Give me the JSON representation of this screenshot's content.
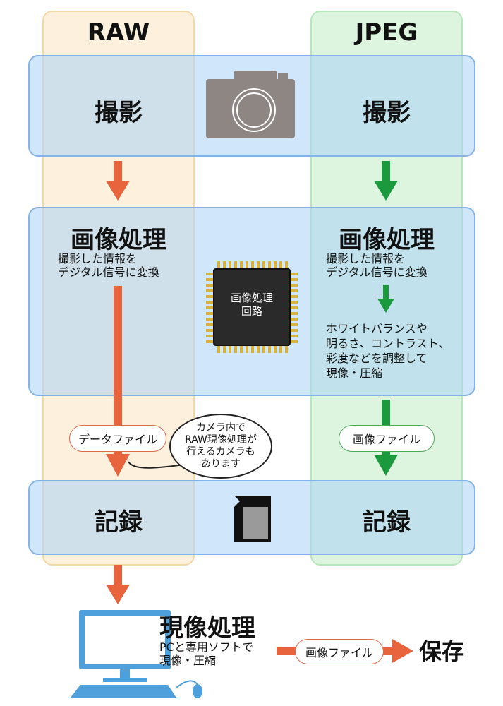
{
  "columns": {
    "raw": {
      "title": "RAW"
    },
    "jpeg": {
      "title": "JPEG"
    }
  },
  "stages": {
    "capture": {
      "raw_label": "撮影",
      "jpeg_label": "撮影"
    },
    "processing": {
      "raw_label": "画像処理",
      "jpeg_label": "画像処理",
      "raw_desc": [
        "撮影した情報を",
        "デジタル信号に変換"
      ],
      "jpeg_desc": [
        "撮影した情報を",
        "デジタル信号に変換"
      ],
      "jpeg_adjust": [
        "ホワイトバランスや",
        "明るさ、コントラスト、",
        "彩度などを調整して",
        "現像・圧縮"
      ],
      "chip": [
        "画像処理",
        "回路"
      ]
    },
    "record": {
      "raw_label": "記録",
      "jpeg_label": "記録"
    }
  },
  "files": {
    "raw_file": "データファイル",
    "jpeg_file": "画像ファイル",
    "speech": [
      "カメラ内で",
      "RAW現像処理が",
      "行えるカメラも",
      "あります"
    ]
  },
  "develop": {
    "title": "現像処理",
    "desc": [
      "PCと専用ソフトで",
      "現像・圧縮"
    ],
    "file": "画像ファイル",
    "save": "保存"
  },
  "colors": {
    "raw_arrow": "#e8643c",
    "jpeg_arrow": "#1a9a3c",
    "camera": "#8d8683",
    "pc": "#4ea0dc"
  }
}
